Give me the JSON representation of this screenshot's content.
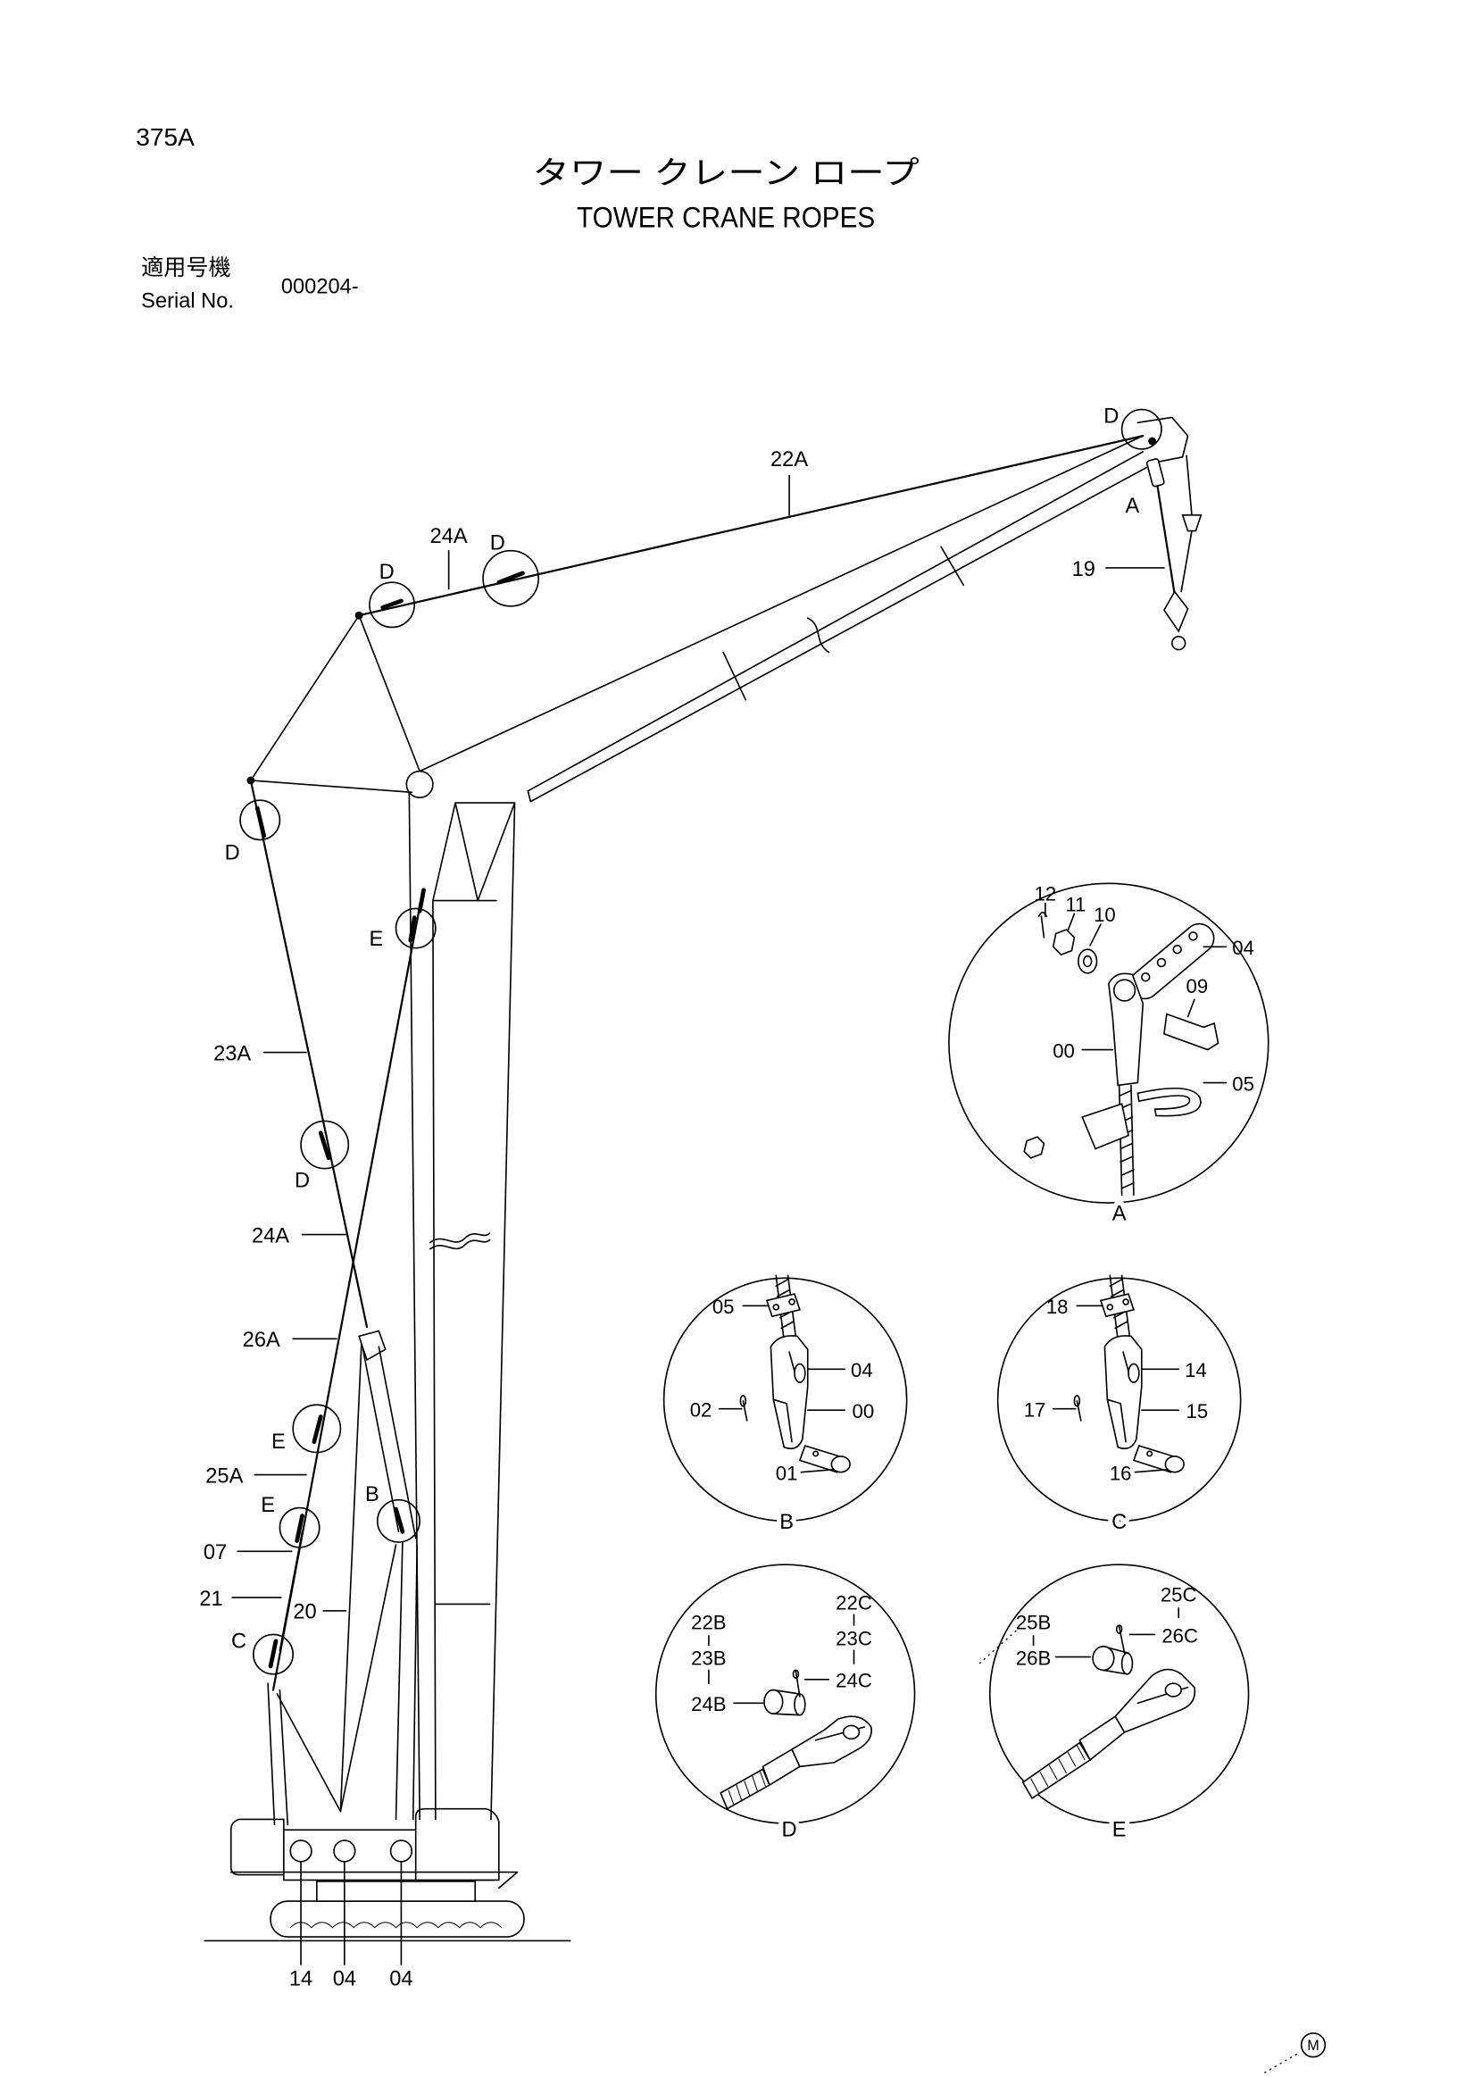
{
  "header": {
    "page_code": "375A",
    "title_ja": "タワー クレーン ロープ",
    "title_en": "TOWER CRANE ROPES",
    "serial_label_ja": "適用号機",
    "serial_label_en": "Serial No.",
    "serial_value": "000204-"
  },
  "main_view": {
    "callouts": [
      "22A",
      "24A",
      "D",
      "D",
      "D",
      "A",
      "19",
      "D",
      "E",
      "23A",
      "D",
      "24A",
      "26A",
      "E",
      "25A",
      "E",
      "B",
      "07",
      "21",
      "20",
      "C",
      "14",
      "04",
      "04"
    ]
  },
  "details": {
    "a": {
      "tag": "A",
      "parts": [
        "12",
        "11",
        "10",
        "04",
        "09",
        "00",
        "05"
      ]
    },
    "b": {
      "tag": "B",
      "parts": [
        "05",
        "04",
        "02",
        "00",
        "01"
      ]
    },
    "c": {
      "tag": "C",
      "parts": [
        "18",
        "14",
        "17",
        "15",
        "16"
      ]
    },
    "d": {
      "tag": "D",
      "parts": [
        "22B",
        "23B",
        "24B",
        "22C",
        "23C",
        "24C"
      ]
    },
    "e": {
      "tag": "E",
      "parts": [
        "25C",
        "26C",
        "25B",
        "26B"
      ]
    }
  },
  "footer": {
    "mark": "M"
  }
}
